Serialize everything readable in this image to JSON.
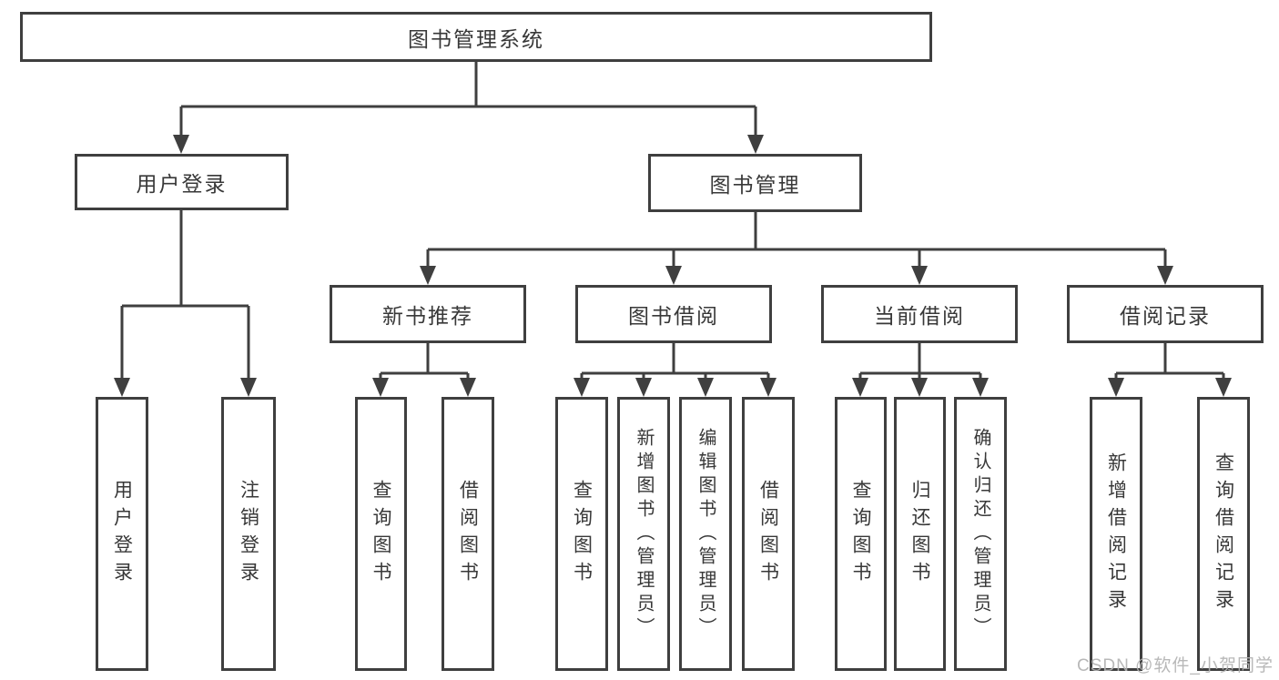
{
  "diagram": {
    "title": "图书管理系统",
    "type": "hierarchy-tree",
    "colors": {
      "line": "#3f3f3f",
      "box_border": "#3f3f3f",
      "text": "#383838",
      "watermark": "#b2b2b2",
      "background": "#ffffff"
    },
    "nodes": {
      "root": "图书管理系统",
      "l2": [
        "用户登录",
        "图书管理"
      ],
      "l3": [
        "新书推荐",
        "图书借阅",
        "当前借阅",
        "借阅记录"
      ],
      "leaves": [
        "用户登录",
        "注销登录",
        "查询图书",
        "借阅图书",
        "查询图书",
        "新增图书（管理员）",
        "编辑图书（管理员）",
        "借阅图书",
        "查询图书",
        "归还图书",
        "确认归还（管理员）",
        "新增借阅记录",
        "查询借阅记录"
      ]
    },
    "hierarchy": {
      "图书管理系统": [
        "用户登录",
        "图书管理"
      ],
      "用户登录": [
        "用户登录",
        "注销登录"
      ],
      "图书管理": [
        "新书推荐",
        "图书借阅",
        "当前借阅",
        "借阅记录"
      ],
      "新书推荐": [
        "查询图书",
        "借阅图书"
      ],
      "图书借阅": [
        "查询图书",
        "新增图书（管理员）",
        "编辑图书（管理员）",
        "借阅图书"
      ],
      "当前借阅": [
        "查询图书",
        "归还图书",
        "确认归还（管理员）"
      ],
      "借阅记录": [
        "新增借阅记录",
        "查询借阅记录"
      ]
    },
    "watermark": {
      "text": "CSDN @软件_小贺同学"
    }
  }
}
